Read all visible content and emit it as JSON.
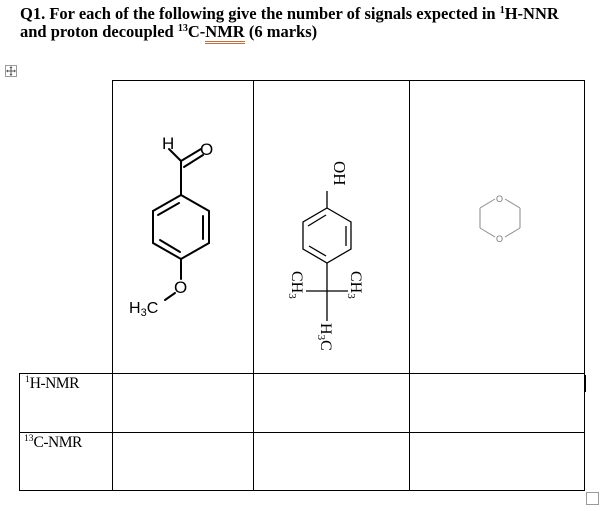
{
  "question": {
    "number": "Q1.",
    "line1_prefix": "For each of the following give the number of signals expected in ",
    "line1_sup": "1",
    "line1_suffix": "H-NNR",
    "line2_prefix": "and proton decoupled ",
    "line2_sup": "13",
    "line2_c": "C-",
    "line2_nmr": "NMR",
    "line2_suffix": " (6 marks)"
  },
  "table": {
    "structures": [
      {
        "name": "4-methoxybenzaldehyde",
        "labels": {
          "h": "H",
          "o_top": "O",
          "o_bottom": "O",
          "methyl": "H3C"
        }
      },
      {
        "name": "4-tert-butylphenol",
        "labels": {
          "oh": "OH",
          "ch3_left": "CH3",
          "ch3_right": "CH3",
          "h3c": "H3C"
        }
      },
      {
        "name": "1,4-dioxane",
        "labels": {
          "o_top": "O",
          "o_bottom": "O"
        }
      }
    ],
    "rows": [
      {
        "label_sup": "1",
        "label_text": "H-NMR",
        "answers": [
          "",
          "",
          ""
        ]
      },
      {
        "label_sup": "13",
        "label_text": "C-NMR",
        "answers": [
          "",
          "",
          ""
        ]
      }
    ]
  },
  "icons": {
    "move_handle": "move-icon",
    "resize_handle": "resize-icon"
  },
  "colors": {
    "text": "#000000",
    "spellcheck_underline": "#c0713b",
    "handle_border": "#9a9a9a"
  }
}
